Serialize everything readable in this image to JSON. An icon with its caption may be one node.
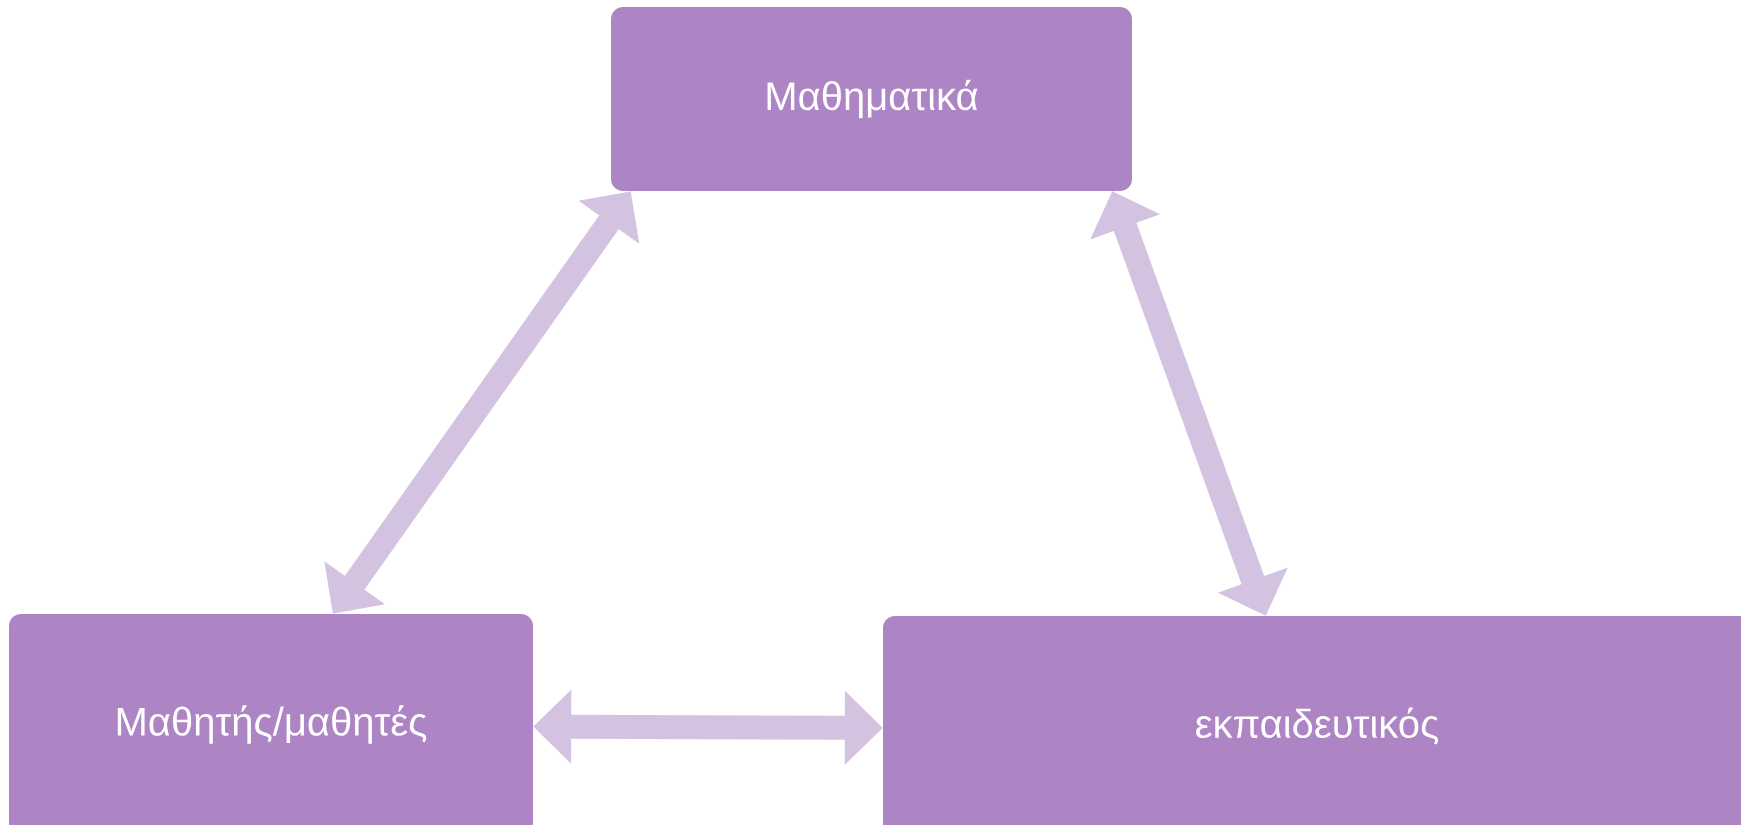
{
  "diagram": {
    "nodes": [
      {
        "text": [
          "Μαθηματικά"
        ]
      },
      {
        "text": [
          "Μαθητής/μαθητές"
        ]
      },
      {
        "text": [
          "εκπαιδευτικός"
        ]
      }
    ],
    "edges": [
      {
        "from": 0,
        "to": 1,
        "arrow": "both"
      },
      {
        "from": 0,
        "to": 2,
        "arrow": "both"
      },
      {
        "from": 1,
        "to": 2,
        "arrow": "both"
      }
    ]
  }
}
